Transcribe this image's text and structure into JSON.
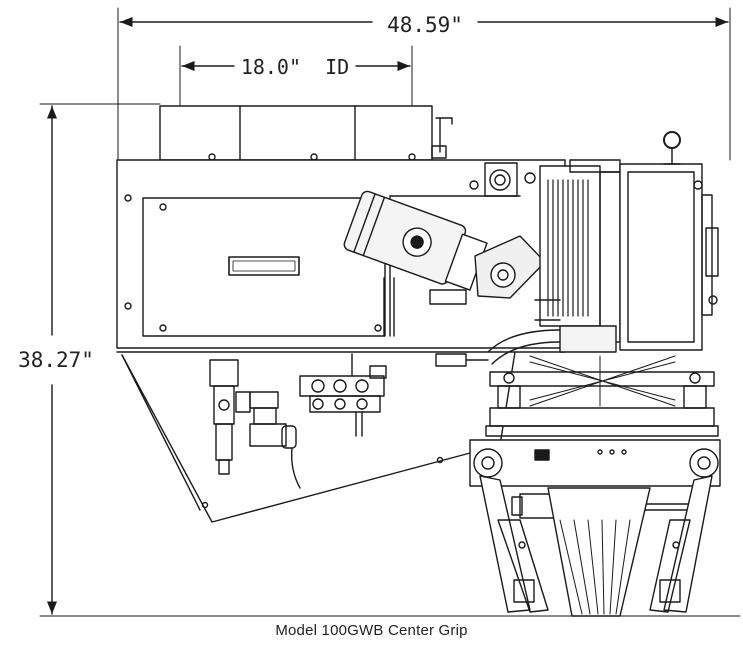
{
  "dimensions": {
    "overall_width": "48.59\"",
    "inlet_id": "18.0\"  ID",
    "overall_height": "38.27\""
  },
  "caption": "Model 100GWB Center Grip",
  "colors": {
    "line": "#1a1a1a",
    "shade": "#e6e6e6",
    "background": "#ffffff"
  }
}
